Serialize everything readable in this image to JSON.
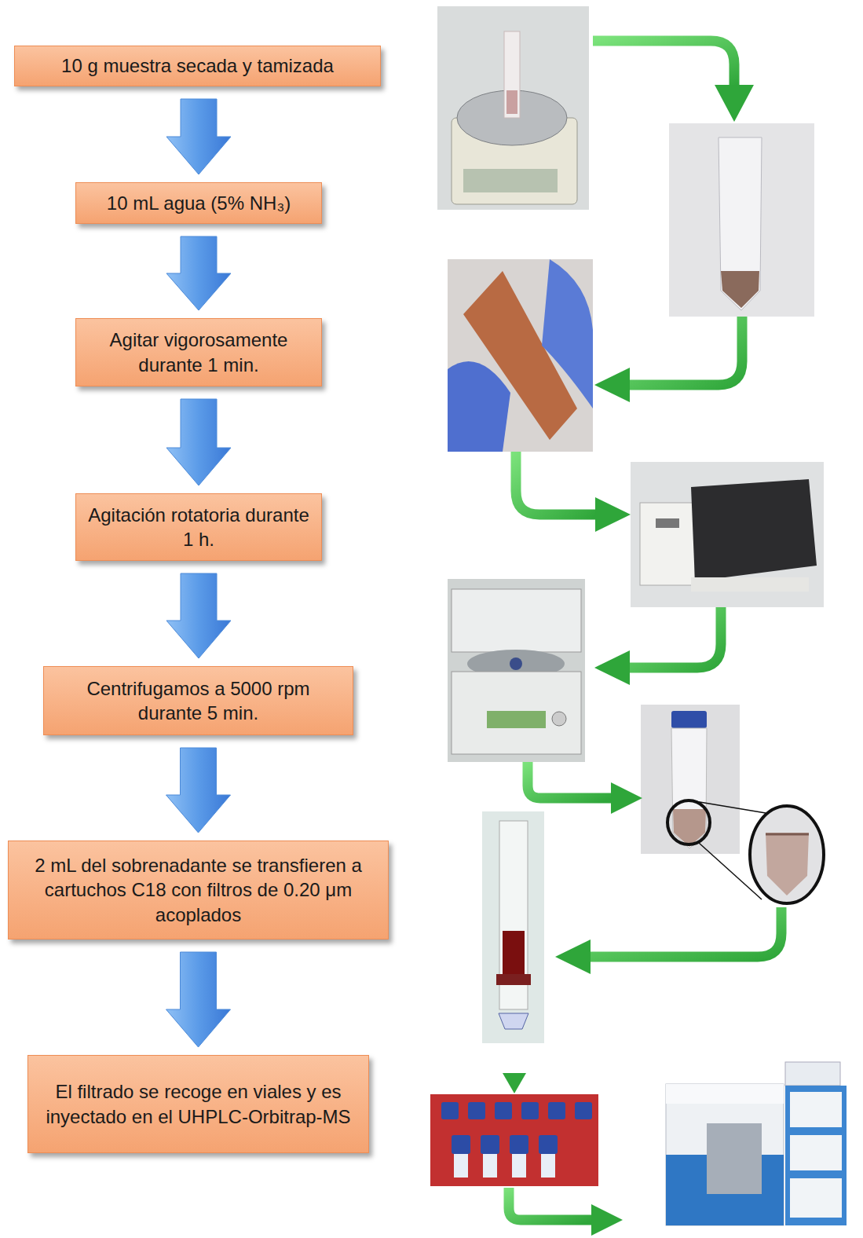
{
  "diagram": {
    "nodes": [
      {
        "text": [
          "10 g muestra secada y tamizada"
        ]
      },
      {
        "text": [
          "10 mL agua (5% NH₃)"
        ]
      },
      {
        "text": [
          "Agitar vigorosamente durante 1 min."
        ]
      },
      {
        "text": [
          "Agitación rotatoria durante 1 h."
        ]
      },
      {
        "text": [
          "Centrifugamos a 5000 rpm durante 5 min."
        ]
      },
      {
        "text": [
          "2 mL del sobrenadante se transfieren a cartuchos C18 con filtros de 0.20 μm acoplados"
        ]
      },
      {
        "text": [
          "El filtrado se recoge en viales y es inyectado en el UHPLC-Orbitrap-MS"
        ]
      }
    ],
    "edges": [
      {
        "from": 0,
        "to": 1,
        "arrow": "to"
      },
      {
        "from": 1,
        "to": 2,
        "arrow": "to"
      },
      {
        "from": 2,
        "to": 3,
        "arrow": "to"
      },
      {
        "from": 3,
        "to": 4,
        "arrow": "to"
      },
      {
        "from": 4,
        "to": 5,
        "arrow": "to"
      },
      {
        "from": 5,
        "to": 6,
        "arrow": "to"
      }
    ]
  }
}
